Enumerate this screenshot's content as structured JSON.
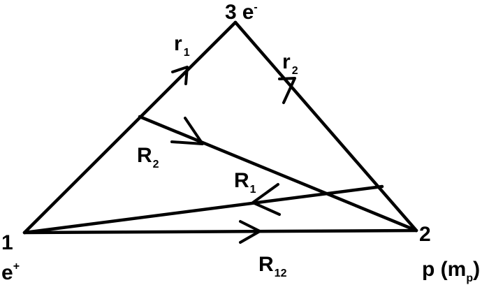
{
  "diagram": {
    "vertices": {
      "v1": {
        "number": "1",
        "particle": "e",
        "charge": "+"
      },
      "v2": {
        "number": "2",
        "particle": "p (m",
        "particle_sub": "p",
        "particle_close": ")"
      },
      "v3": {
        "number": "3",
        "particle": "e",
        "charge": "-"
      }
    },
    "vectors": {
      "r1": {
        "letter": "r",
        "sub": "1"
      },
      "r2": {
        "letter": "r",
        "sub": "2"
      },
      "R1": {
        "letter": "R",
        "sub": "1"
      },
      "R2": {
        "letter": "R",
        "sub": "2"
      },
      "R12": {
        "letter": "R",
        "sub": "12"
      }
    }
  }
}
